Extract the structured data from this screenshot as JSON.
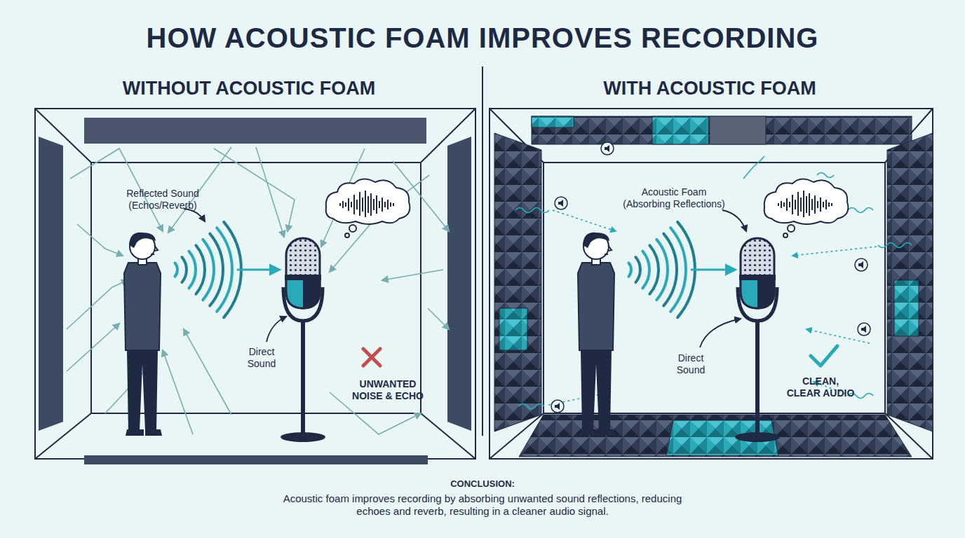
{
  "diagram": {
    "title": "HOW ACOUSTIC FOAM IMPROVES RECORDING",
    "caption": "Acoustic foam improves recording by absorbing unwanted sound reflections, reducing echoes and reverb, resulting in a cleaner audio signal.",
    "nodes": [
      {
        "text": [
          "WITHOUT ACOUSTIC FOAM"
        ]
      },
      {
        "text": [
          "WITH ACOUSTIC FOAM"
        ]
      }
    ],
    "labels": [
      "Reflected Sound (Echos/Reverb)",
      "Direct Sound",
      "UNWANTED NOISE & ECHO",
      "Acoustic Foam (Absorbing Reflections)",
      "Direct Sound",
      "CLEAN, CLEAR AUDIO",
      "CONCLUSION:"
    ]
  }
}
